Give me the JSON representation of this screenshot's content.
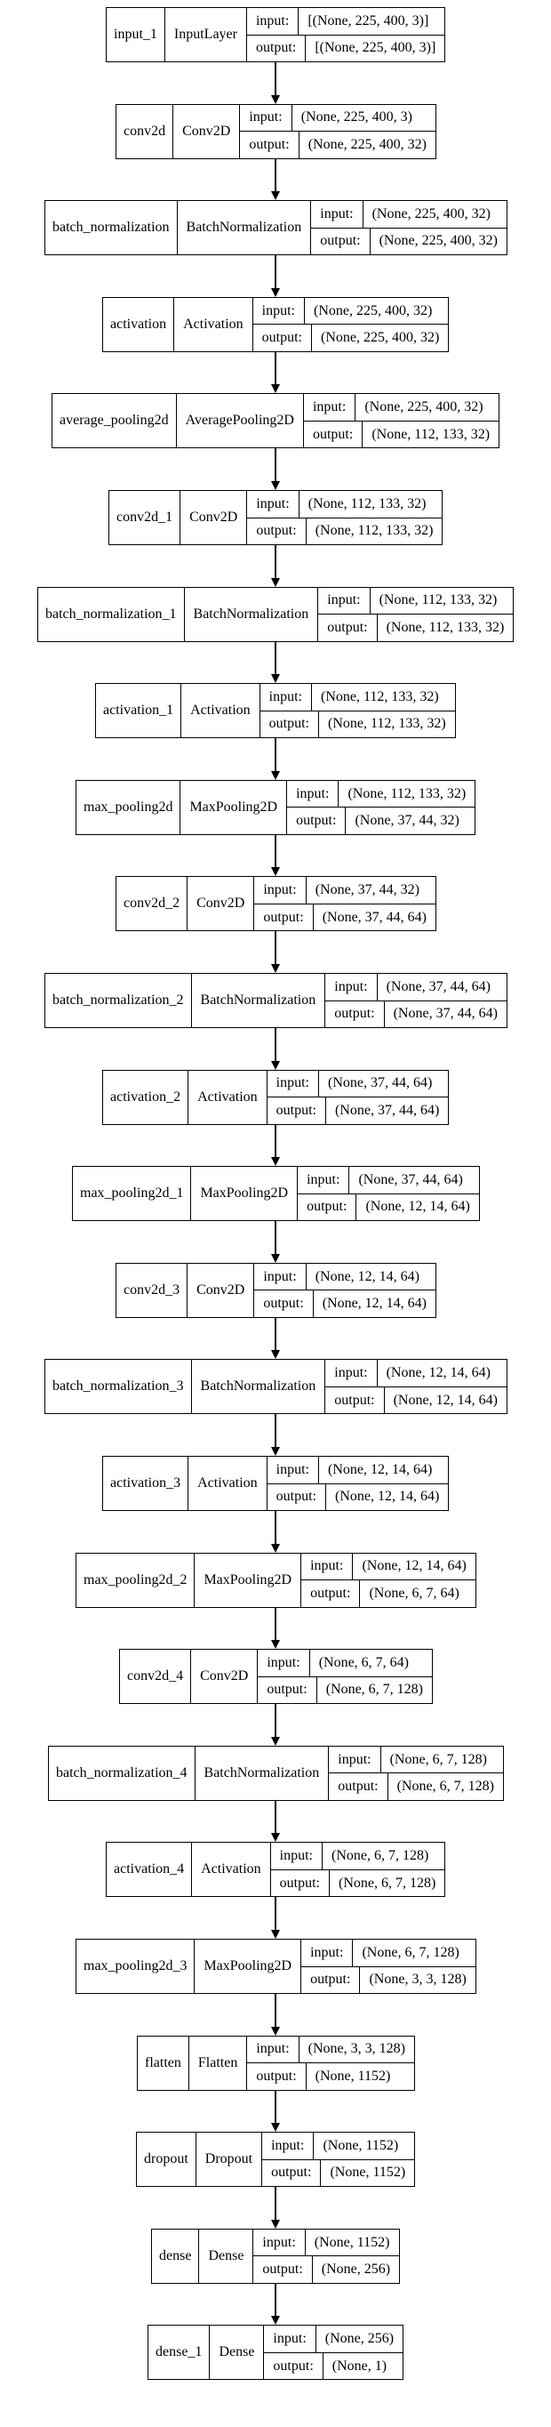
{
  "layers": [
    {
      "name": "input_1",
      "type": "InputLayer",
      "input": "[(None, 225, 400, 3)]",
      "output": "[(None, 225, 400, 3)]"
    },
    {
      "name": "conv2d",
      "type": "Conv2D",
      "input": "(None, 225, 400, 3)",
      "output": "(None, 225, 400, 32)"
    },
    {
      "name": "batch_normalization",
      "type": "BatchNormalization",
      "input": "(None, 225, 400, 32)",
      "output": "(None, 225, 400, 32)"
    },
    {
      "name": "activation",
      "type": "Activation",
      "input": "(None, 225, 400, 32)",
      "output": "(None, 225, 400, 32)"
    },
    {
      "name": "average_pooling2d",
      "type": "AveragePooling2D",
      "input": "(None, 225, 400, 32)",
      "output": "(None, 112, 133, 32)"
    },
    {
      "name": "conv2d_1",
      "type": "Conv2D",
      "input": "(None, 112, 133, 32)",
      "output": "(None, 112, 133, 32)"
    },
    {
      "name": "batch_normalization_1",
      "type": "BatchNormalization",
      "input": "(None, 112, 133, 32)",
      "output": "(None, 112, 133, 32)"
    },
    {
      "name": "activation_1",
      "type": "Activation",
      "input": "(None, 112, 133, 32)",
      "output": "(None, 112, 133, 32)"
    },
    {
      "name": "max_pooling2d",
      "type": "MaxPooling2D",
      "input": "(None, 112, 133, 32)",
      "output": "(None, 37, 44, 32)"
    },
    {
      "name": "conv2d_2",
      "type": "Conv2D",
      "input": "(None, 37, 44, 32)",
      "output": "(None, 37, 44, 64)"
    },
    {
      "name": "batch_normalization_2",
      "type": "BatchNormalization",
      "input": "(None, 37, 44, 64)",
      "output": "(None, 37, 44, 64)"
    },
    {
      "name": "activation_2",
      "type": "Activation",
      "input": "(None, 37, 44, 64)",
      "output": "(None, 37, 44, 64)"
    },
    {
      "name": "max_pooling2d_1",
      "type": "MaxPooling2D",
      "input": "(None, 37, 44, 64)",
      "output": "(None, 12, 14, 64)"
    },
    {
      "name": "conv2d_3",
      "type": "Conv2D",
      "input": "(None, 12, 14, 64)",
      "output": "(None, 12, 14, 64)"
    },
    {
      "name": "batch_normalization_3",
      "type": "BatchNormalization",
      "input": "(None, 12, 14, 64)",
      "output": "(None, 12, 14, 64)"
    },
    {
      "name": "activation_3",
      "type": "Activation",
      "input": "(None, 12, 14, 64)",
      "output": "(None, 12, 14, 64)"
    },
    {
      "name": "max_pooling2d_2",
      "type": "MaxPooling2D",
      "input": "(None, 12, 14, 64)",
      "output": "(None, 6, 7, 64)"
    },
    {
      "name": "conv2d_4",
      "type": "Conv2D",
      "input": "(None, 6, 7, 64)",
      "output": "(None, 6, 7, 128)"
    },
    {
      "name": "batch_normalization_4",
      "type": "BatchNormalization",
      "input": "(None, 6, 7, 128)",
      "output": "(None, 6, 7, 128)"
    },
    {
      "name": "activation_4",
      "type": "Activation",
      "input": "(None, 6, 7, 128)",
      "output": "(None, 6, 7, 128)"
    },
    {
      "name": "max_pooling2d_3",
      "type": "MaxPooling2D",
      "input": "(None, 6, 7, 128)",
      "output": "(None, 3, 3, 128)"
    },
    {
      "name": "flatten",
      "type": "Flatten",
      "input": "(None, 3, 3, 128)",
      "output": "(None, 1152)"
    },
    {
      "name": "dropout",
      "type": "Dropout",
      "input": "(None, 1152)",
      "output": "(None, 1152)"
    },
    {
      "name": "dense",
      "type": "Dense",
      "input": "(None, 1152)",
      "output": "(None, 256)"
    },
    {
      "name": "dense_1",
      "type": "Dense",
      "input": "(None, 256)",
      "output": "(None, 1)"
    }
  ],
  "labels": {
    "input": "input:",
    "output": "output:"
  }
}
